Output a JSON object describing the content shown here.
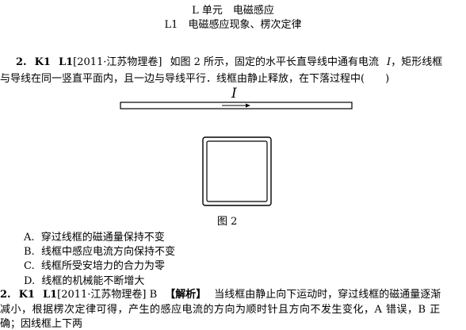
{
  "header": {
    "unit": "L 单元　电磁感应",
    "section": "L1　电磁感应现象、楞次定律"
  },
  "question": {
    "number": "2.",
    "tag1": "K1",
    "tag2": "L1",
    "source": "[2011·江苏物理卷]",
    "line1_text": "如图 2 所示，固定的水平长直导线中通有电流",
    "current_symbol": "I",
    "line1_tail": "，矩形线框",
    "line2_text": "与导线在同一竖直平面内，且一边与导线平行．线框由静止释放，在下落过程中(　　)"
  },
  "figure": {
    "current_label": "I",
    "caption": "图 2"
  },
  "options": [
    {
      "letter": "A.",
      "text": "穿过线框的磁通量保持不变"
    },
    {
      "letter": "B.",
      "text": "线框中感应电流方向保持不变"
    },
    {
      "letter": "C.",
      "text": "线框所受安培力的合力为零"
    },
    {
      "letter": "D.",
      "text": "线框的机械能不断增大"
    }
  ],
  "answer": {
    "number": "2.",
    "tag1": "K1",
    "tag2": "L1",
    "source": "[2011·江苏物理卷]",
    "choice": "B",
    "analysis_label": "【解析】",
    "line1": "当线框由静止向下运动时，穿过线框的磁通量逐渐",
    "line2": "减小，根据楞次定律可得，产生的感应电流的方向为顺时针且方向不发生变化，A 错误，B 正",
    "line3": "确；因线框上下两"
  }
}
